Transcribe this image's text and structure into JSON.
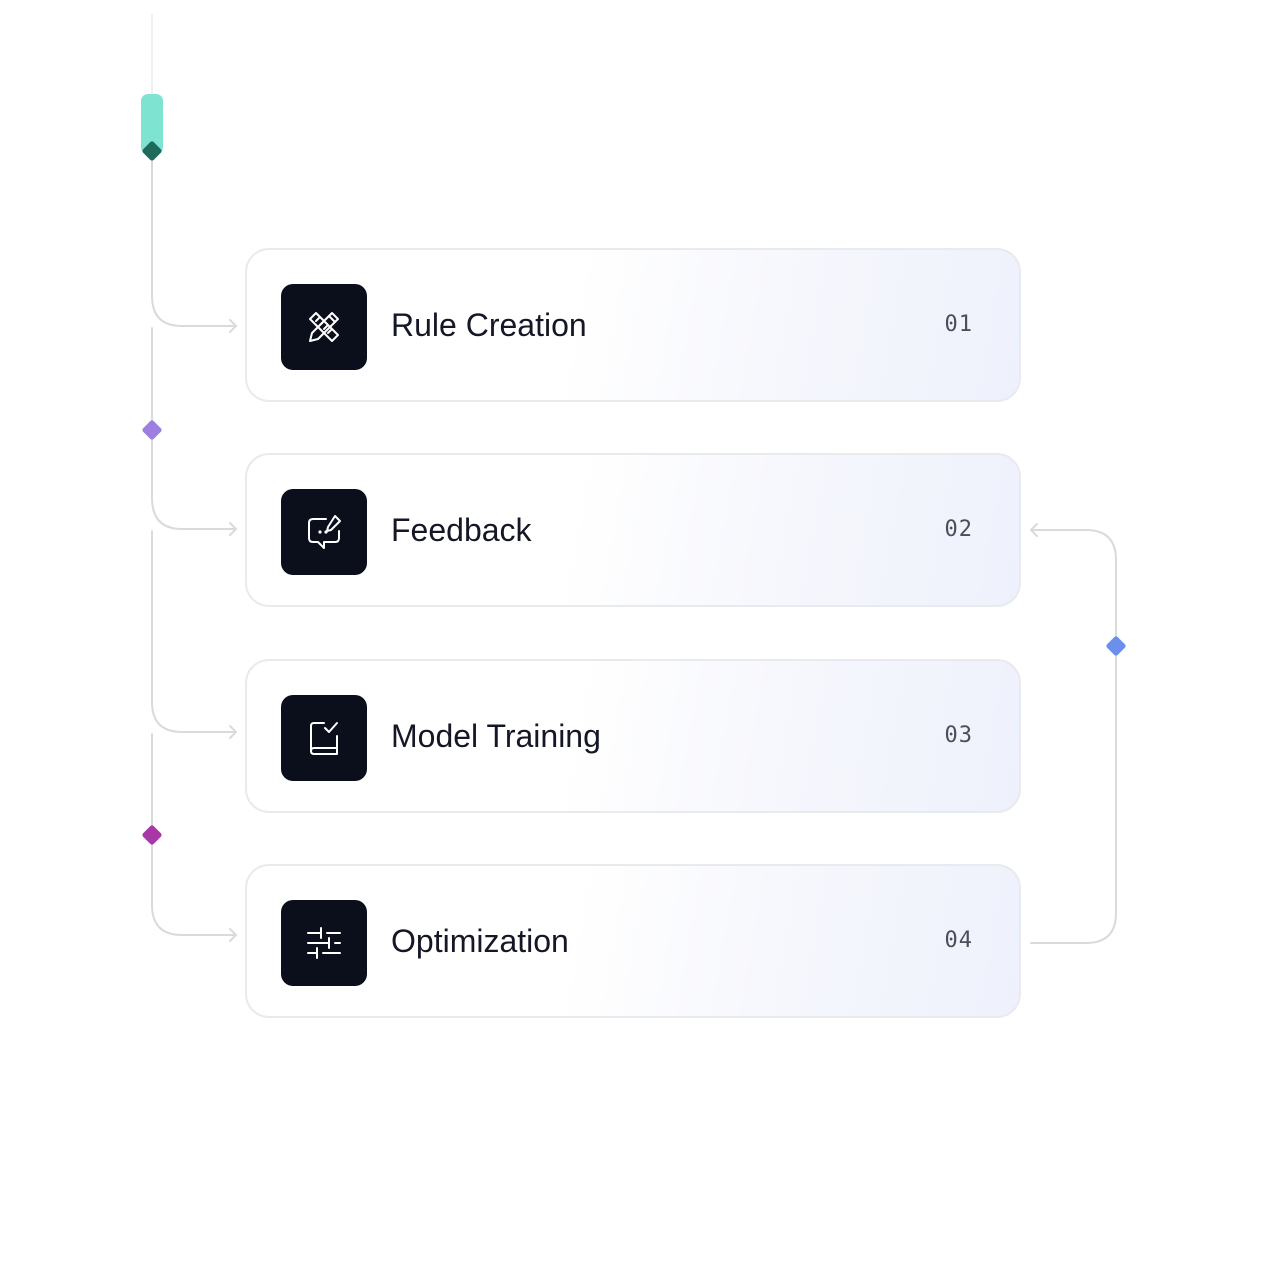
{
  "steps": [
    {
      "title": "Rule Creation",
      "number": "01",
      "icon": "pencil-ruler-icon"
    },
    {
      "title": "Feedback",
      "number": "02",
      "icon": "message-edit-icon"
    },
    {
      "title": "Model Training",
      "number": "03",
      "icon": "book-check-icon"
    },
    {
      "title": "Optimization",
      "number": "04",
      "icon": "sliders-icon"
    }
  ],
  "colors": {
    "connector": "#d9dade",
    "start_top": "#7fe3d2",
    "start_bottom": "#1e6b5e",
    "marker_1": "#9d7fe0",
    "marker_2": "#a838a8",
    "feedback_marker": "#6a90ec",
    "icon_bg": "#0b0e1b",
    "title_text": "#151726",
    "number_text": "#4a4d5c"
  }
}
